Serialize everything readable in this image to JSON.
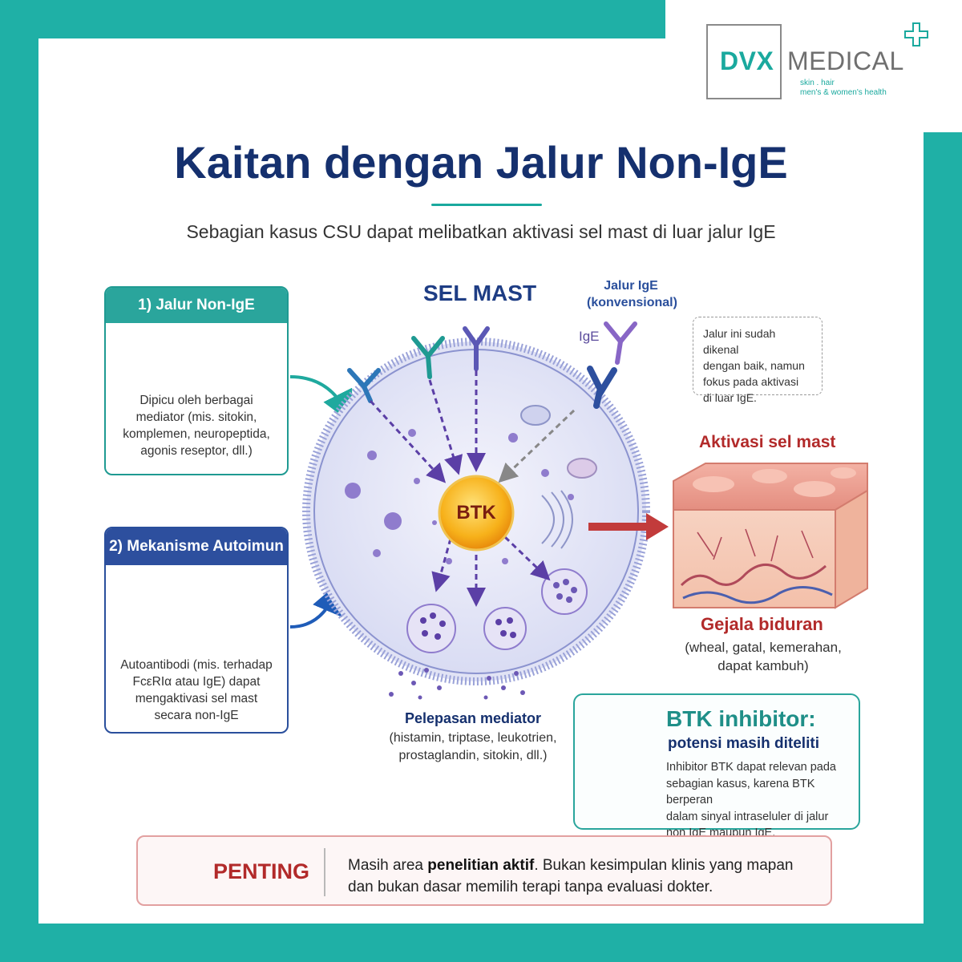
{
  "brand": {
    "name_part1": "DVX",
    "name_part2": "MEDICAL",
    "tagline1": "skin . hair",
    "tagline2": "men's & women's health"
  },
  "title": "Kaitan dengan Jalur Non-IgE",
  "subtitle": "Sebagian kasus CSU dapat melibatkan aktivasi sel mast di luar jalur IgE",
  "panel1": {
    "heading": "1) Jalur Non-IgE",
    "lines": [
      "Dipicu oleh berbagai",
      "mediator (mis. sitokin,",
      "komplemen, neuropeptida,",
      "agonis reseptor, dll.)"
    ]
  },
  "panel2": {
    "heading": "2) Mekanisme Autoimun",
    "lines": [
      "Autoantibodi (mis. terhadap",
      "FcεRIα atau IgE) dapat",
      "mengaktivasi sel mast",
      "secara non-IgE"
    ]
  },
  "center": {
    "cell_label": "SEL MAST",
    "btk_label": "BTK",
    "ige_pathway_line1": "Jalur IgE",
    "ige_pathway_line2": "(konvensional)",
    "ige_label": "IgE"
  },
  "note": {
    "lines": [
      "Jalur ini sudah dikenal",
      "dengan baik, namun",
      "fokus pada aktivasi",
      "di luar IgE."
    ]
  },
  "activation": {
    "label": "Aktivasi sel mast",
    "symptom_title": "Gejala biduran",
    "symptom_line1": "(wheal, gatal, kemerahan,",
    "symptom_line2": "dapat kambuh)"
  },
  "mediator": {
    "title": "Pelepasan mediator",
    "line1": "(histamin, triptase, leukotrien,",
    "line2": "prostaglandin, sitokin, dll.)"
  },
  "btk_box": {
    "title": "BTK inhibitor:",
    "subtitle": "potensi masih diteliti",
    "lines": [
      "Inhibitor BTK dapat relevan pada",
      "sebagian kasus, karena BTK berperan",
      "dalam sinyal intraseluler di jalur",
      "non IgE maupun IgE."
    ]
  },
  "alert": {
    "label": "PENTING",
    "text_pre": "Masih area ",
    "text_bold": "penelitian aktif",
    "text_post": ". Bukan kesimpulan klinis yang mapan",
    "line2": "dan bukan dasar memilih terapi tanpa evaluasi dokter."
  },
  "colors": {
    "teal": "#1fb0a6",
    "navy": "#15306e",
    "red": "#b22a2a",
    "purple": "#6c58b5",
    "btk_orange": "#f5a40f"
  }
}
